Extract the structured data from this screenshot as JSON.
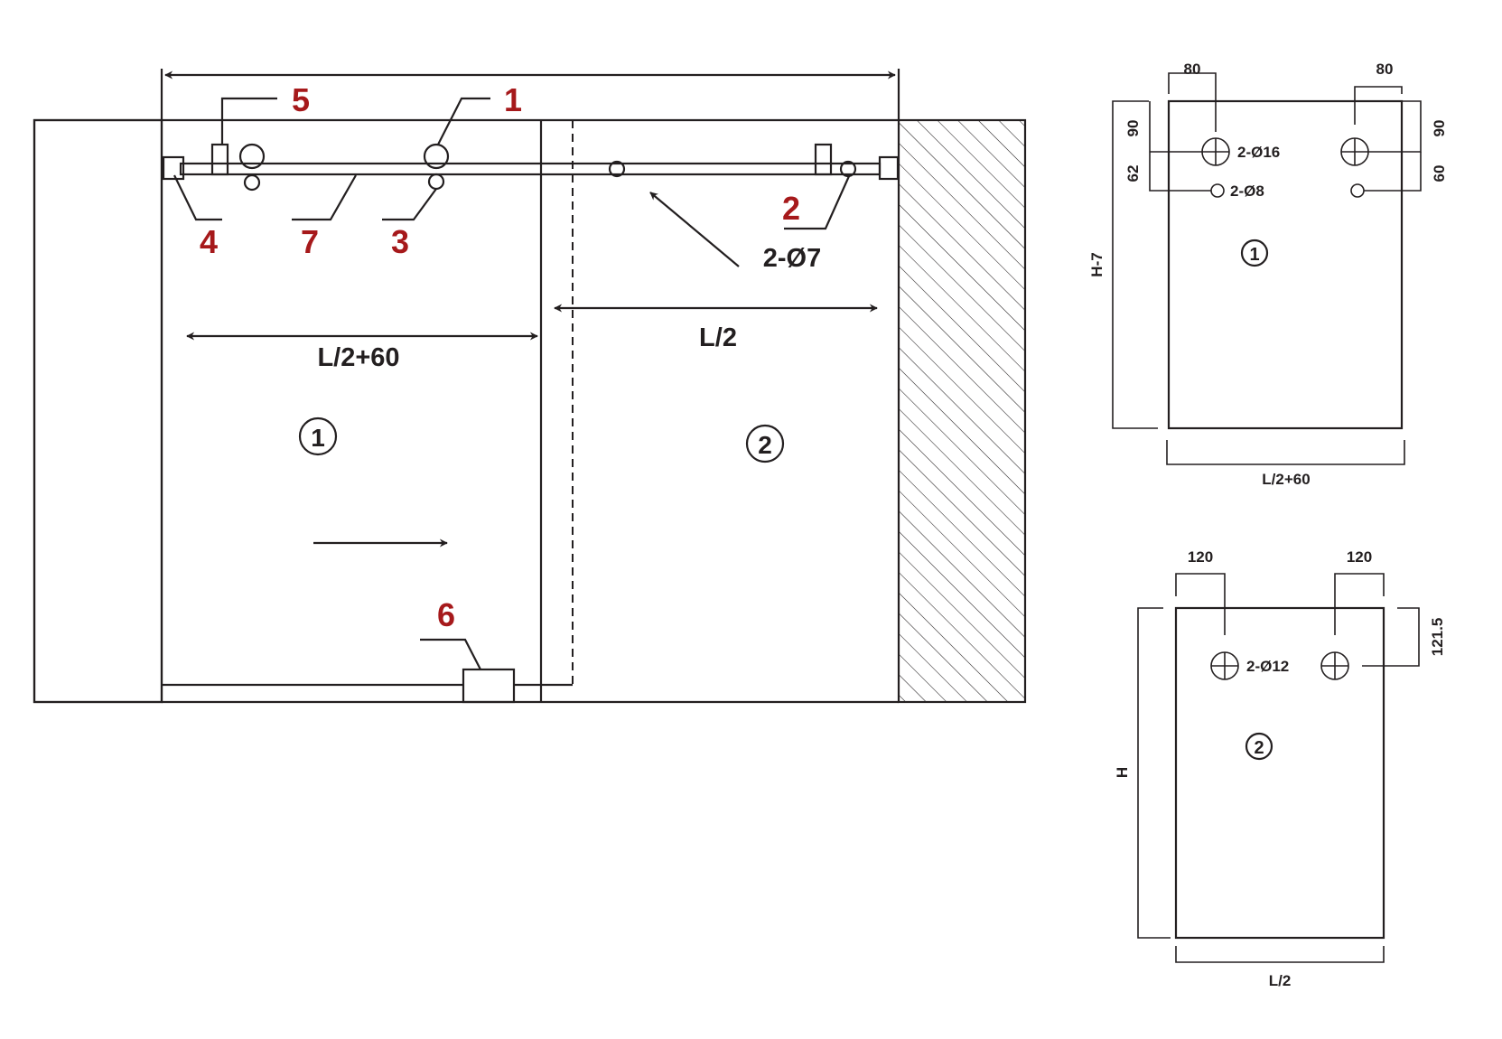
{
  "main": {
    "width_label": "",
    "panel1_label": "L/2+60",
    "panel2_label": "L/2",
    "hole_label": "2-Ø7",
    "panel1_mark": "1",
    "panel2_mark": "2",
    "parts": {
      "p1": "1",
      "p2": "2",
      "p3": "3",
      "p4": "4",
      "p5": "5",
      "p6": "6",
      "p7": "7"
    }
  },
  "detail1": {
    "left_top_dim": "80",
    "right_top_dim": "80",
    "left_v1": "90",
    "left_v2": "62",
    "right_v1": "90",
    "right_v2": "60",
    "big_hole": "2-Ø16",
    "small_hole": "2-Ø8",
    "height": "H-7",
    "width": "L/2+60",
    "mark": "1"
  },
  "detail2": {
    "left_top_dim": "120",
    "right_top_dim": "120",
    "right_v": "121.5",
    "hole": "2-Ø12",
    "height": "H",
    "width": "L/2",
    "mark": "2"
  },
  "colors": {
    "line": "#231f20",
    "part_number": "#a6191b"
  }
}
